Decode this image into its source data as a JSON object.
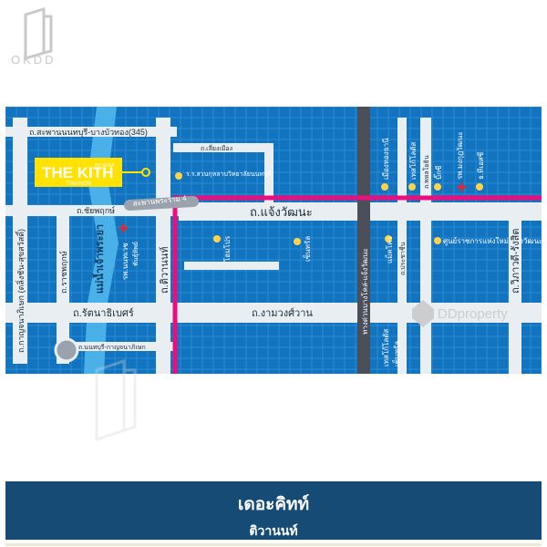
{
  "brand": {
    "logo_text": "OKDD"
  },
  "map": {
    "colors": {
      "background": "#1273bf",
      "grid": "#2a8bd6",
      "road": "#e9eef2",
      "river": "#4ab0e8",
      "highway": "#ec0d7e",
      "expressway": "#4b4f59",
      "poi": "#ffd24a",
      "hospital": "#e6262f",
      "project": "#ffe200",
      "watermark": "#c8c8c8"
    },
    "roads": {
      "sanambinnam": "ถ.สะพานนนทบุรี-บางบัวทอง(345)",
      "chaiyaphruek": "ถ.ชัยพฤกษ์",
      "ratchaphruek": "ถ.ราชพฤกษ์",
      "kanchana": "ถ.กาญจนาภิเษก (ตลิ่งชัน-สุขสวัสดิ์)",
      "tiwanon": "ถ.ติวานนท์",
      "rattanathibet": "ถ.รัตนาธิเบศร์",
      "ngamwongwan": "ถ.งามวงศ์วาน",
      "chaengwattana": "ถ.แจ้งวัฒนะ",
      "liang_mueang": "ถ.เลี่ยงเมือง",
      "vibhavadi": "ถ.วิภาวดี-รังสิต",
      "tollway": "ทางด่วนบางโคล่-แจ้งวัฒนะ",
      "prachachuen": "ถ.ประชาชื่น",
      "phahon": "ถ.พหลโยธิน",
      "nonthaburi_kanchana": "ถ.นนทบุรี-กาญจนาภิเษก",
      "bridge": "สะพานพระราม 4",
      "river": "แม่น้ำเจ้าพระยา"
    },
    "project": {
      "name": "THE KITH",
      "sub": "TIWANON",
      "tag": "BY SENA"
    },
    "pois": {
      "school": "ร.ร.สวนกุหลาบวิทยาลัยนนทบุรี",
      "hospital_left": "รพ.นนทเวช",
      "mall": "พันธุ์ทิพย์",
      "tops": "โฮมโปร",
      "central": "เซ็นทรัล",
      "makro": "แม็คโคร",
      "gov_center": "ศูนย์ราชการแห่งใหม่ แจ้งวัฒนะ",
      "lotus_top": "เทสโก้โลตัส",
      "bigc": "บิ๊กซี",
      "hospital_right": "รพ.มงกุฎวัฒนะ",
      "bank": "ธ.ทีเอสซี",
      "mueang_thong": "เมืองทองธานี",
      "lotus_bottom": "เทสโก้โลตัส",
      "central_bottom": "เซ็นทรัล"
    },
    "watermark": "DDproperty"
  },
  "caption": {
    "title": "เดอะคิทท์",
    "subtitle": "ติวานนท์"
  }
}
